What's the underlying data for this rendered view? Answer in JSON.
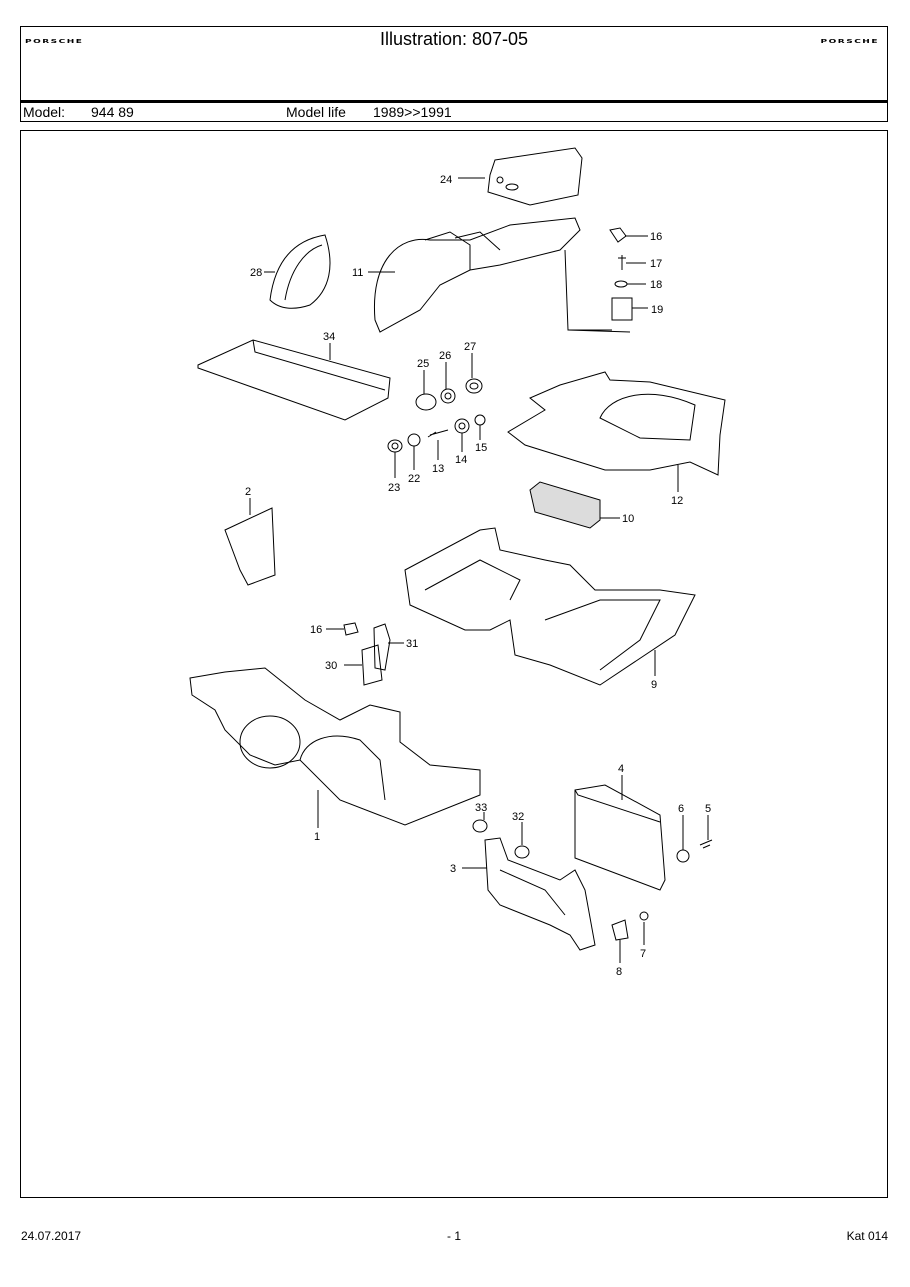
{
  "header": {
    "logo_left": "PORSCHE",
    "logo_right": "PORSCHE",
    "title": "Illustration: 807-05",
    "model_label": "Model:",
    "model_value": "944 89",
    "model_life_label": "Model life",
    "model_life_value": "1989>>1991"
  },
  "diagram": {
    "part_numbers": [
      "24",
      "16",
      "11",
      "28",
      "17",
      "18",
      "19",
      "34",
      "25",
      "26",
      "27",
      "13",
      "14",
      "15",
      "22",
      "23",
      "12",
      "2",
      "10",
      "16",
      "31",
      "30",
      "9",
      "1",
      "4",
      "6",
      "5",
      "33",
      "32",
      "3",
      "7",
      "8"
    ]
  },
  "footer": {
    "date": "24.07.2017",
    "page": "- 1",
    "catalog": "Kat 014"
  }
}
